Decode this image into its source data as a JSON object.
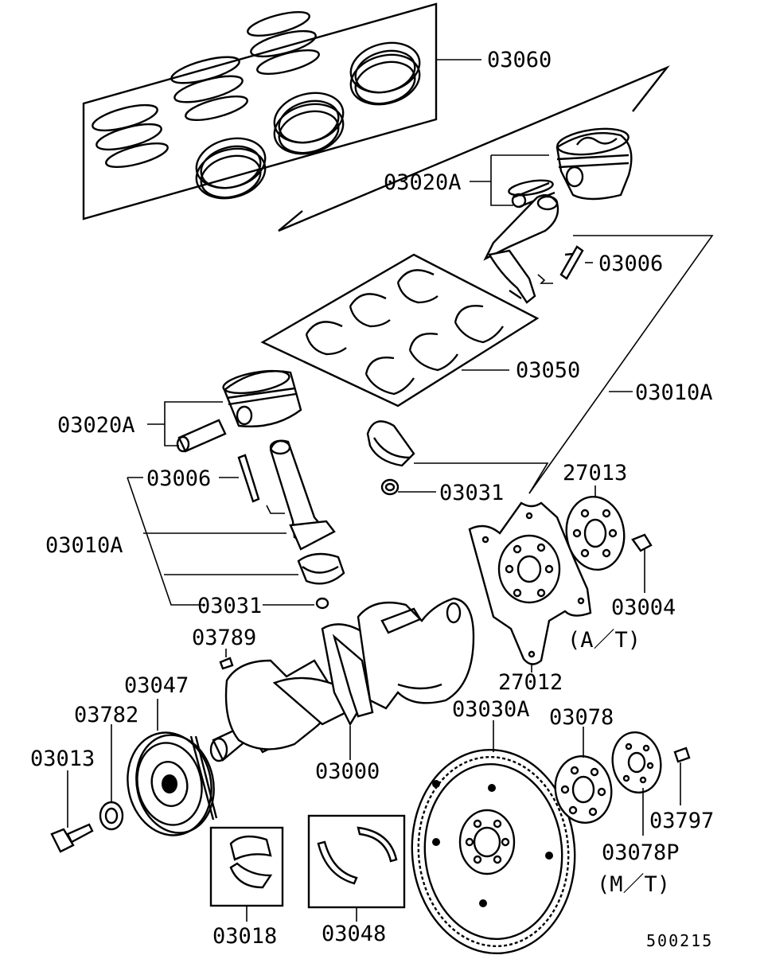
{
  "diagram": {
    "labels": {
      "p03060": "03060",
      "p03020A_top": "03020A",
      "p03006_right": "03006",
      "p03050": "03050",
      "p03010A_right": "03010A",
      "p03020A_left": "03020A",
      "p03006_left": "03006",
      "p03031_right": "03031",
      "p27013": "27013",
      "p03010A_left": "03010A",
      "p03004": "03004",
      "p03031_left": "03031",
      "p03789": "03789",
      "at_note": "(A／T)",
      "p27012": "27012",
      "p03047": "03047",
      "p03030A": "03030A",
      "p03078": "03078",
      "p03782": "03782",
      "p03013": "03013",
      "p03000": "03000",
      "p03797": "03797",
      "p03078P": "03078P",
      "mt_note": "(M／T)",
      "p03018": "03018",
      "p03048": "03048",
      "figure_code": "500215"
    }
  }
}
